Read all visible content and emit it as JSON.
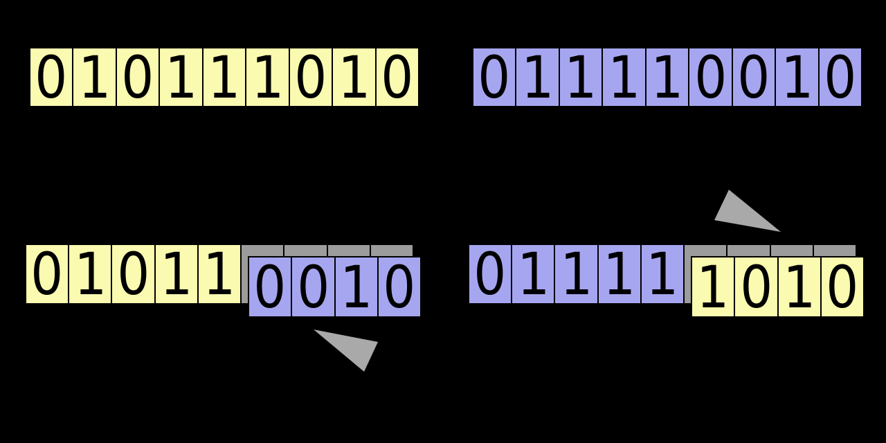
{
  "colors": {
    "background": "#000000",
    "yellow": "#FAFAB0",
    "blue": "#A6A6F0",
    "gray": "#9C9C9C",
    "arrow": "#A9A9A9",
    "digit": "#000000"
  },
  "parents": {
    "parent_a": {
      "color_name": "yellow",
      "bits": [
        "0",
        "1",
        "0",
        "1",
        "1",
        "1",
        "0",
        "1",
        "0"
      ]
    },
    "parent_b": {
      "color_name": "blue",
      "bits": [
        "0",
        "1",
        "1",
        "1",
        "1",
        "0",
        "0",
        "1",
        "0"
      ]
    }
  },
  "children": {
    "child_1": {
      "head_color_name": "yellow",
      "head_bits": [
        "0",
        "1",
        "0",
        "1",
        "1"
      ],
      "old_cells": [
        "",
        "",
        "",
        ""
      ],
      "tail_color_name": "blue",
      "tail_bits": [
        "0",
        "0",
        "1",
        "0"
      ]
    },
    "child_2": {
      "head_color_name": "blue",
      "head_bits": [
        "0",
        "1",
        "1",
        "1",
        "1"
      ],
      "old_cells": [
        "",
        "",
        "",
        ""
      ],
      "tail_color_name": "yellow",
      "tail_bits": [
        "1",
        "0",
        "1",
        "0"
      ]
    }
  }
}
